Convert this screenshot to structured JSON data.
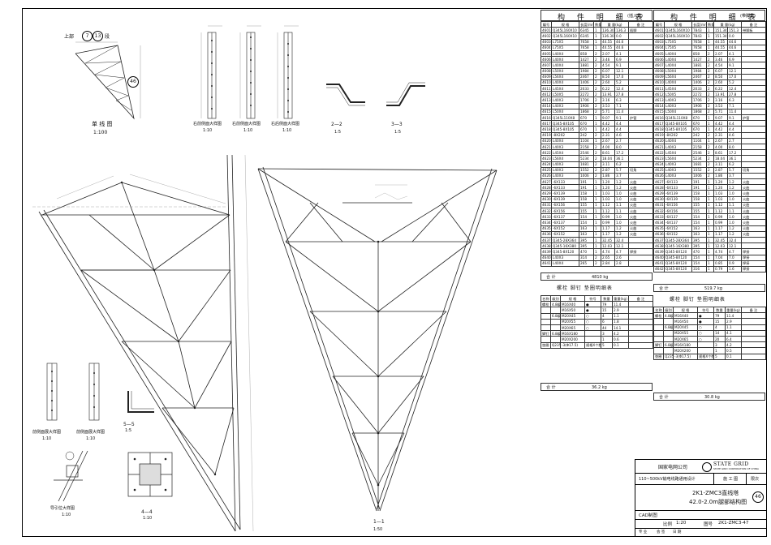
{
  "drawing": {
    "top_view_label": "上部",
    "top_view_parts": [
      "7",
      "13"
    ],
    "top_view_suffix": "段",
    "top_view_marker": "46",
    "single_line_caption": "单 线 图",
    "single_line_scale": "1:100",
    "detail_captions": [
      "右前侧面大样图",
      "右前侧面大样图",
      "右后侧面大样图"
    ],
    "detail_scales": [
      "1:10",
      "1:10",
      "1:10"
    ],
    "section_labels": [
      "2—2",
      "3—3",
      "5—5",
      "4—4",
      "1—1"
    ],
    "section_scales": [
      "1:5",
      "1:5",
      "1:5",
      "1:10",
      "1:50"
    ],
    "lower_left_captions": [
      "前侧面展大样图",
      "前侧面展大样图"
    ],
    "lower_left_scales": [
      "1:10",
      "1:10"
    ],
    "lower_small_caption": "导引位大样图",
    "lower_small_scale": "1:10",
    "left_dims": [
      "1:10"
    ],
    "marker_46": "46"
  },
  "bom_left": {
    "title": "构 件 明 细 表",
    "title_suffix": "(插入式)",
    "headers": [
      "编号",
      "规 格",
      "长度(mm)",
      "数量",
      "重 量(kg)",
      "",
      "备 注"
    ],
    "subheaders": [
      "",
      "",
      "",
      "",
      "一件",
      "小计",
      ""
    ],
    "rows": [
      [
        "4601",
        "Q345L160X10",
        "6345",
        "1",
        "136.30",
        "136.3",
        "插脚"
      ],
      [
        "4602",
        "Q345L160X10",
        "6345",
        "1",
        "136.30",
        "0.0",
        ""
      ],
      [
        "4603",
        "L75X5",
        "7658",
        "1",
        "44.55",
        "44.6",
        ""
      ],
      [
        "4604",
        "L75X5",
        "7658",
        "1",
        "44.55",
        "44.6",
        ""
      ],
      [
        "4605",
        "L40X4",
        "858",
        "2",
        "2.07",
        "4.1",
        ""
      ],
      [
        "4606",
        "L40X4",
        "1427",
        "2",
        "3.46",
        "6.9",
        ""
      ],
      [
        "4607",
        "L40X4",
        "1881",
        "2",
        "4.54",
        "9.1",
        ""
      ],
      [
        "4608",
        "L50X4",
        "1984",
        "2",
        "6.07",
        "12.1",
        ""
      ],
      [
        "4609",
        "L56X4",
        "2467",
        "2",
        "8.50",
        "17.0",
        ""
      ],
      [
        "4610",
        "L40X4",
        "1406",
        "2",
        "2.60",
        "5.2",
        ""
      ],
      [
        "4611",
        "L45X4",
        "2033",
        "2",
        "6.22",
        "12.4",
        ""
      ],
      [
        "4612",
        "L50X5",
        "2272",
        "2",
        "13.91",
        "27.8",
        ""
      ],
      [
        "4613",
        "L40X3",
        "1706",
        "2",
        "3.16",
        "6.3",
        ""
      ],
      [
        "4614",
        "L40X3",
        "1906",
        "2",
        "3.53",
        "7.1",
        ""
      ],
      [
        "4615",
        "L50X4",
        "1868",
        "2",
        "5.71",
        "11.4",
        ""
      ],
      [
        "4616",
        "Q345L110X8",
        "670",
        "1",
        "9.07",
        "9.1",
        "护管"
      ],
      [
        "4617",
        "Q345-8X105",
        "670",
        "1",
        "4.42",
        "4.4",
        ""
      ],
      [
        "4618",
        "Q345-8X105",
        "670",
        "1",
        "4.42",
        "4.4",
        ""
      ],
      [
        "4619",
        "-8X202",
        "242",
        "2",
        "2.31",
        "4.6",
        ""
      ],
      [
        "4620",
        "L40X4",
        "1104",
        "1",
        "2.67",
        "2.7",
        ""
      ],
      [
        "4621",
        "L40X3",
        "2158",
        "2",
        "4.00",
        "8.0",
        ""
      ],
      [
        "4622",
        "L45X4",
        "2546",
        "2",
        "8.61",
        "17.2",
        ""
      ],
      [
        "4623",
        "L56X4",
        "5234",
        "2",
        "18.04",
        "36.1",
        ""
      ],
      [
        "4624",
        "L40X3",
        "1681",
        "2",
        "3.11",
        "6.2",
        ""
      ],
      [
        "4625",
        "L40X3",
        "1552",
        "2",
        "2.87",
        "5.7",
        "切角"
      ],
      [
        "4626",
        "L40X3",
        "1006",
        "2",
        "1.86",
        "3.7",
        ""
      ],
      [
        "4627",
        "-6X133",
        "191",
        "1",
        "1.20",
        "1.2",
        "火曲"
      ],
      [
        "4628",
        "-6X133",
        "191",
        "1",
        "1.20",
        "1.2",
        "火曲"
      ],
      [
        "4629",
        "-6X139",
        "158",
        "1",
        "1.03",
        "1.0",
        "火曲"
      ],
      [
        "4630",
        "-6X139",
        "158",
        "1",
        "1.03",
        "1.0",
        "火曲"
      ],
      [
        "4631",
        "-6X156",
        "155",
        "1",
        "1.12",
        "1.1",
        "火曲"
      ],
      [
        "4632",
        "-6X156",
        "155",
        "1",
        "1.12",
        "1.1",
        "火曲"
      ],
      [
        "4633",
        "-6X137",
        "154",
        "1",
        "0.99",
        "1.0",
        "火曲"
      ],
      [
        "4634",
        "-6X137",
        "154",
        "1",
        "0.99",
        "1.0",
        "火曲"
      ],
      [
        "4635",
        "-6X152",
        "163",
        "1",
        "1.17",
        "1.2",
        "火曲"
      ],
      [
        "4636",
        "-6X152",
        "163",
        "1",
        "1.17",
        "1.2",
        "火曲"
      ],
      [
        "4637",
        "Q345-28X364",
        "395",
        "1",
        "32.45",
        "32.4",
        ""
      ],
      [
        "4638",
        "Q345-16X380",
        "395",
        "1",
        "12.03",
        "12.1",
        ""
      ],
      [
        "4639",
        "Q345-8X120",
        "470",
        "1",
        "4.74",
        "4.7",
        "焊接"
      ],
      [
        "4640",
        "L40X3",
        "314",
        "2",
        "2.65",
        "2.6",
        ""
      ],
      [
        "4641",
        "L40X4",
        "265",
        "2",
        "2.84",
        "2.8",
        ""
      ]
    ],
    "total_label": "合 计",
    "total_value": "4810 kg"
  },
  "bom_right": {
    "title": "构 件 明 细 表",
    "title_suffix": "(带脚式)",
    "rows": [
      [
        "4601",
        "Q345L160X10",
        "7843",
        "1",
        "151.34",
        "151.3",
        "带脚板"
      ],
      [
        "4602",
        "Q345L160X10",
        "7843",
        "1",
        "151.34",
        "0.0",
        ""
      ],
      [
        "4603",
        "L75X5",
        "7658",
        "1",
        "44.55",
        "44.6",
        ""
      ],
      [
        "4604",
        "L75X5",
        "7658",
        "1",
        "44.55",
        "44.6",
        ""
      ],
      [
        "4605",
        "L40X4",
        "858",
        "2",
        "2.07",
        "4.1",
        ""
      ],
      [
        "4606",
        "L40X4",
        "1427",
        "2",
        "3.46",
        "6.9",
        ""
      ],
      [
        "4607",
        "L40X4",
        "1881",
        "2",
        "4.54",
        "9.1",
        ""
      ],
      [
        "4608",
        "L50X4",
        "1984",
        "2",
        "6.07",
        "12.1",
        ""
      ],
      [
        "4609",
        "L56X4",
        "2467",
        "2",
        "8.50",
        "17.0",
        ""
      ],
      [
        "4610",
        "L40X4",
        "1406",
        "2",
        "2.60",
        "5.2",
        ""
      ],
      [
        "4611",
        "L45X4",
        "2033",
        "2",
        "6.22",
        "12.4",
        ""
      ],
      [
        "4612",
        "L50X5",
        "2272",
        "2",
        "13.91",
        "27.8",
        ""
      ],
      [
        "4613",
        "L40X3",
        "1706",
        "2",
        "3.16",
        "6.3",
        ""
      ],
      [
        "4614",
        "L40X3",
        "1906",
        "2",
        "3.53",
        "7.1",
        ""
      ],
      [
        "4615",
        "L50X4",
        "1868",
        "2",
        "5.71",
        "11.4",
        ""
      ],
      [
        "4616",
        "Q345L110X8",
        "670",
        "1",
        "9.07",
        "9.1",
        "护管"
      ],
      [
        "4617",
        "Q345-8X105",
        "670",
        "1",
        "4.42",
        "4.4",
        ""
      ],
      [
        "4618",
        "Q345-8X105",
        "670",
        "1",
        "4.42",
        "4.4",
        ""
      ],
      [
        "4619",
        "-8X202",
        "242",
        "2",
        "2.31",
        "4.6",
        ""
      ],
      [
        "4620",
        "L40X4",
        "1104",
        "1",
        "2.67",
        "2.7",
        ""
      ],
      [
        "4621",
        "L40X3",
        "2158",
        "2",
        "4.00",
        "8.0",
        ""
      ],
      [
        "4622",
        "L45X4",
        "2546",
        "2",
        "8.61",
        "17.2",
        ""
      ],
      [
        "4623",
        "L56X4",
        "5234",
        "2",
        "18.04",
        "36.1",
        ""
      ],
      [
        "4624",
        "L40X3",
        "1681",
        "2",
        "3.11",
        "6.2",
        ""
      ],
      [
        "4625",
        "L40X3",
        "1552",
        "2",
        "2.87",
        "5.7",
        "切角"
      ],
      [
        "4626",
        "L40X3",
        "1006",
        "2",
        "1.86",
        "3.7",
        ""
      ],
      [
        "4627",
        "-6X133",
        "191",
        "1",
        "1.20",
        "1.2",
        "火曲"
      ],
      [
        "4628",
        "-6X133",
        "191",
        "1",
        "1.20",
        "1.2",
        "火曲"
      ],
      [
        "4629",
        "-6X139",
        "158",
        "1",
        "1.03",
        "1.0",
        "火曲"
      ],
      [
        "4630",
        "-6X139",
        "158",
        "1",
        "1.03",
        "1.0",
        "火曲"
      ],
      [
        "4631",
        "-6X156",
        "155",
        "1",
        "1.12",
        "1.1",
        "火曲"
      ],
      [
        "4632",
        "-6X156",
        "155",
        "1",
        "1.12",
        "1.1",
        "火曲"
      ],
      [
        "4633",
        "-6X137",
        "154",
        "1",
        "0.99",
        "1.0",
        "火曲"
      ],
      [
        "4634",
        "-6X137",
        "154",
        "1",
        "0.99",
        "1.0",
        "火曲"
      ],
      [
        "4635",
        "-6X152",
        "163",
        "1",
        "1.17",
        "1.2",
        "火曲"
      ],
      [
        "4636",
        "-6X152",
        "163",
        "1",
        "1.17",
        "1.2",
        "火曲"
      ],
      [
        "4637",
        "Q345-28X364",
        "395",
        "1",
        "32.45",
        "32.4",
        ""
      ],
      [
        "4638",
        "Q345-16X380",
        "395",
        "1",
        "12.03",
        "12.1",
        ""
      ],
      [
        "4639",
        "Q345-8X120",
        "470",
        "1",
        "4.74",
        "4.7",
        "焊接"
      ],
      [
        "4640",
        "Q345-8X120",
        "154",
        "1",
        "7.04",
        "7.0",
        "焊接"
      ],
      [
        "4641",
        "Q345-8X120",
        "154",
        "1",
        "0.85",
        "0.9",
        "焊接"
      ],
      [
        "4642",
        "Q345-8X120",
        "316",
        "1",
        "0.79",
        "1.6",
        "焊接"
      ]
    ],
    "total_label": "合 计",
    "total_value": "519.7 kg"
  },
  "bolt_left": {
    "title": "螺栓  脚钉  垫圈明细表",
    "headers": [
      "名称",
      "级别",
      "规 格",
      "符号",
      "数量",
      "重量(kg)",
      "备 注"
    ],
    "rows": [
      [
        "螺栓",
        "4.8级",
        "M16X40",
        "●",
        "79",
        "11.4",
        ""
      ],
      [
        "",
        "",
        "M16X50",
        "●",
        "15",
        "2.9",
        ""
      ],
      [
        "",
        "6.8级",
        "M20X45",
        "○",
        "4",
        "1.1",
        ""
      ],
      [
        "",
        "",
        "M20X55",
        "○",
        "6",
        "1.8",
        ""
      ],
      [
        "",
        "",
        "M20X65",
        "○",
        "44",
        "14.1",
        ""
      ],
      [
        "脚钉",
        "6.8级",
        "M16X180",
        "",
        "3",
        "4.2",
        ""
      ],
      [
        "",
        "",
        "M20X200",
        "",
        "1",
        "0.6",
        ""
      ],
      [
        "垫圈",
        "Q235",
        "-3(Φ17.5)",
        "规格X个数",
        "5",
        "0.1",
        ""
      ]
    ],
    "total_label": "合 计",
    "total_value": "36.2 kg"
  },
  "bolt_right": {
    "title": "螺栓  脚钉  垫圈明细表",
    "rows": [
      [
        "螺栓",
        "4.8级",
        "M16X40",
        "●",
        "79",
        "11.4",
        ""
      ],
      [
        "",
        "",
        "M16X50",
        "●",
        "15",
        "2.9",
        ""
      ],
      [
        "",
        "6.8级",
        "M20X45",
        "○",
        "4",
        "1.1",
        ""
      ],
      [
        "",
        "",
        "M20X55",
        "○",
        "14",
        "4.1",
        ""
      ],
      [
        "",
        "",
        "M20X65",
        "○",
        "20",
        "6.4",
        ""
      ],
      [
        "脚钉",
        "6.8级",
        "M16X180",
        "",
        "3",
        "4.2",
        ""
      ],
      [
        "",
        "",
        "M20X200",
        "",
        "1",
        "0.5",
        ""
      ],
      [
        "垫圈",
        "Q235",
        "-3(Φ17.5)",
        "规格X个数",
        "5",
        "0.1",
        ""
      ]
    ],
    "total_label": "合 计",
    "total_value": "30.8 kg"
  },
  "title_block": {
    "company": "国家电网公司",
    "company_en": "STATE GRID",
    "company_en_sub": "STATE GRID CORPORATION OF CHINA",
    "project": "110~500kV输电线路通用设计",
    "stage": "施 工 图",
    "sheet_label": "限次",
    "drawing_title_1": "2K1-ZMC3直线塔",
    "drawing_title_2": "42.0-2.0m腿部结构图",
    "drawing_marker": "46",
    "cad_label": "CAD制图",
    "scale_label": "比例",
    "scale_value": "1:20",
    "number_label": "图号",
    "number_value": "2K1-ZMC3-47",
    "sign_labels": [
      "专 业",
      "会 签",
      "日 期"
    ]
  }
}
